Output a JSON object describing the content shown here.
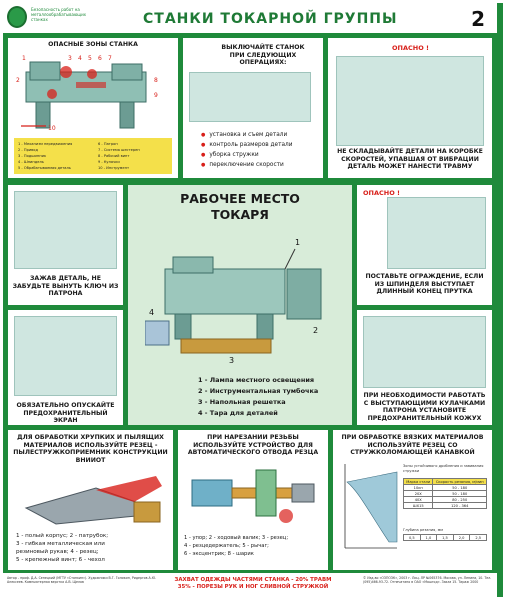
{
  "header": {
    "org_text": "Безопасность работ на металлообрабатывающих станках",
    "title": "СТАНКИ ТОКАРНОЙ ГРУППЫ",
    "page_number": "2"
  },
  "panels": {
    "zones": {
      "caption": "ОПАСНЫЕ ЗОНЫ СТАНКА",
      "markers": [
        "1",
        "2",
        "3",
        "4",
        "5",
        "6",
        "7",
        "8",
        "9",
        "10"
      ],
      "legend_left": [
        "1 - Механизм передвижения",
        "2 - Привод",
        "3 - Подшипник",
        "4 - Шпиндель",
        "5 - Обрабатываемая деталь"
      ],
      "legend_right": [
        "6 - Патрон",
        "7 - Система шестерен",
        "8 - Рабочий винт",
        "9 - Кулачки",
        "10 - Инструмент"
      ]
    },
    "stop": {
      "caption": "ВЫКЛЮЧАЙТЕ СТАНОК ПРИ СЛЕДУЮЩИХ ОПЕРАЦИЯХ:",
      "items": [
        "установка и съем детали",
        "контроль размеров детали",
        "уборка стружки",
        "переключение скорости"
      ]
    },
    "box": {
      "danger": "ОПАСНО !",
      "caption": "НЕ СКЛАДЫВАЙТЕ ДЕТАЛИ НА КОРОБКЕ СКОРОСТЕЙ, УПАВШАЯ ОТ ВИБРАЦИИ ДЕТАЛЬ МОЖЕТ НАНЕСТИ ТРАВМУ"
    },
    "chuck_key": {
      "caption": "ЗАЖАВ ДЕТАЛЬ, НЕ ЗАБУДЬТЕ ВЫНУТЬ КЛЮЧ ИЗ ПАТРОНА"
    },
    "workplace": {
      "title_line1": "РАБОЧЕЕ МЕСТО",
      "title_line2": "ТОКАРЯ",
      "markers": [
        "1",
        "2",
        "3",
        "4"
      ],
      "items": [
        "1 - Лампа местного освещения",
        "2 - Инструментальная тумбочка",
        "3 - Напольная решетка",
        "4 - Тара для деталей"
      ]
    },
    "guard": {
      "danger": "ОПАСНО !",
      "caption": "ПОСТАВЬТЕ ОГРАЖДЕНИЕ, ЕСЛИ ИЗ ШПИНДЕЛЯ ВЫСТУПАЕТ ДЛИННЫЙ КОНЕЦ ПРУТКА"
    },
    "screen": {
      "caption": "ОБЯЗАТЕЛЬНО ОПУСКАЙТЕ ПРЕДОХРАНИТЕЛЬНЫЙ ЭКРАН"
    },
    "cover": {
      "caption": "ПРИ НЕОБХОДИМОСТИ РАБОТАТЬ С ВЫСТУПАЮЩИМИ КУЛАЧКАМИ ПАТРОНА УСТАНОВИТЕ ПРЕДОХРАНИТЕЛЬНЫЙ КОЖУХ"
    },
    "brittle": {
      "caption": "ДЛЯ ОБРАБОТКИ ХРУПКИХ И ПЫЛЯЩИХ МАТЕРИАЛОВ ИСПОЛЬЗУЙТЕ РЕЗЕЦ - ПЫЛЕСТРУЖКОПРИЕМНИК КОНСТРУКЦИИ ВНИИОТ",
      "parts": [
        "1 - полый корпус; 2 - патрубок;",
        "3 - гибкая металлическая или",
        "резиновый рукав; 4 - резец;",
        "5 - крепежный винт; 6 - чехол"
      ]
    },
    "thread": {
      "caption": "ПРИ НАРЕЗАНИИ РЕЗЬБЫ ИСПОЛЬЗУЙТЕ УСТРОЙСТВО ДЛЯ АВТОМАТИЧЕСКОГО ОТВОДА РЕЗЦА",
      "parts": [
        "1 - упор; 2 - ходовый валик; 3 - резец;",
        "4 - резцедержатель; 5 - рычаг;",
        "6 - эксцентрик; 8 - шарик"
      ]
    },
    "viscous": {
      "caption": "ПРИ ОБРАБОТКЕ ВЯЗКИХ МАТЕРИАЛОВ ИСПОЛЬЗУЙТЕ РЕЗЕЦ СО СТРУЖКОЛОМАЮЩЕЙ КАНАВКОЙ",
      "zone_note": "Зоны устойчивого дробления и завивания стружки",
      "table_headers": [
        "Марка стали",
        "Скорость резания, м/мин"
      ],
      "table_rows": [
        [
          "10кп",
          "50 - 180"
        ],
        [
          "20X",
          "50 - 180"
        ],
        [
          "40X",
          "80 - 250"
        ],
        [
          "ШХ15",
          "120 - 364"
        ]
      ],
      "feed_row": [
        "0,5",
        "1,0",
        "1,5",
        "2,0",
        "2,5"
      ],
      "feed_label": "Глубина резания, мм"
    }
  },
  "footer": {
    "left": "Автор - проф. Д.А. Сенецкий (МГТУ «Станкин»). Художники В.Г. Голикин, Ридергов А.Ю. Алексеев. Компьютерная верстка А.В. Щелов",
    "warning_line1": "ЗАХВАТ ОДЕЖДЫ ЧАСТЯМИ СТАНКА - 20% ТРАВМ",
    "warning_line2": "35% - ПОРЕЗЫ РУК И НОГ СЛИВНОЙ СТРУЖКОЙ",
    "right": "© Изд-во «ОЗПОЗК», 2003 г. Лиц. ЛР №065376. Москва, ул. Ленина, 10. Тел.(095)466-93-72. Отпечатано в ОАО «Машгод». Заказ 15. Тираж 2000"
  },
  "colors": {
    "frame_green": "#1f8a3b",
    "danger_red": "#d8201a",
    "legend_yellow": "#f4e04a",
    "art_blue_green": "#cfe6e0"
  }
}
